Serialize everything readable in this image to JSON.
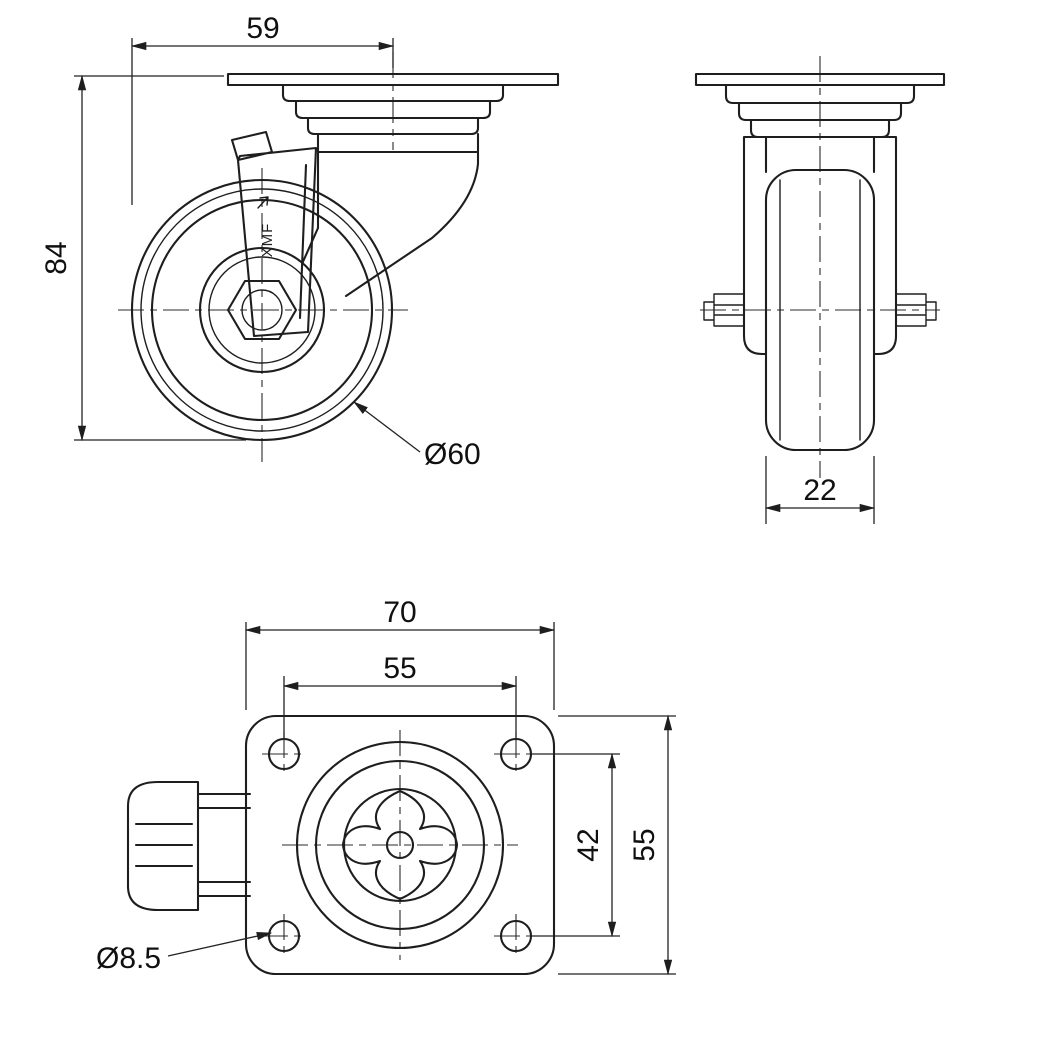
{
  "drawing": {
    "background": "#ffffff",
    "line_color": "#1e1e1e",
    "views": {
      "side": {
        "dim_swivel_radius": "59",
        "dim_overall_height": "84",
        "dim_wheel_diameter": "Ø60",
        "lever_mark": "XMF"
      },
      "front": {
        "dim_wheel_width": "22"
      },
      "plan": {
        "dim_plate_length": "70",
        "dim_hole_spacing_length": "55",
        "dim_hole_spacing_width": "42",
        "dim_plate_width": "55",
        "dim_hole_diameter": "Ø8.5"
      }
    }
  }
}
